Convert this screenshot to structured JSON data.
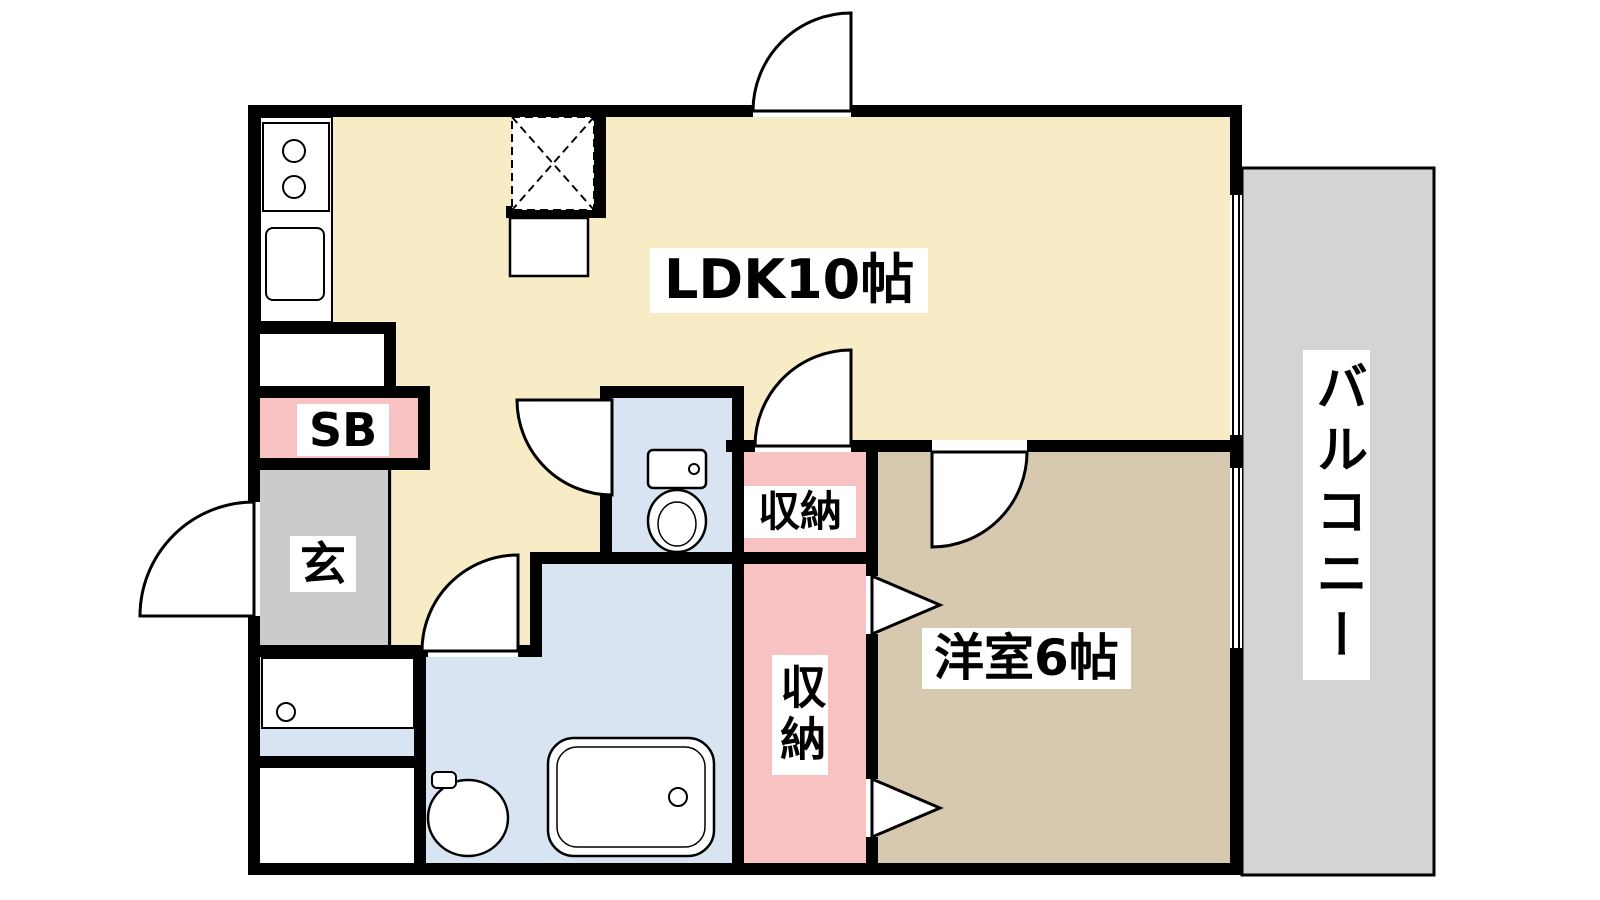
{
  "rooms": {
    "ldk": {
      "label": "LDK10帖",
      "floor_color": "#F8ECC6"
    },
    "western": {
      "label": "洋室6帖",
      "floor_color": "#D6C9B0"
    },
    "balcony": {
      "label": "バルコニー",
      "floor_color": "#D4D4D4"
    },
    "entrance": {
      "label": "玄",
      "floor_color": "#CBCBCB"
    },
    "shoe_box": {
      "label": "SB",
      "fill": "#F8C2C2"
    },
    "storage_upper": {
      "label": "収納",
      "fill": "#F8C2C2"
    },
    "storage_lower": {
      "label": "収納",
      "fill": "#F8C2C2"
    },
    "sanitary": {
      "floor_color": "#D9E4F2"
    }
  },
  "colors": {
    "wall": "#000000",
    "line": "#000000",
    "background": "#FFFFFF"
  }
}
